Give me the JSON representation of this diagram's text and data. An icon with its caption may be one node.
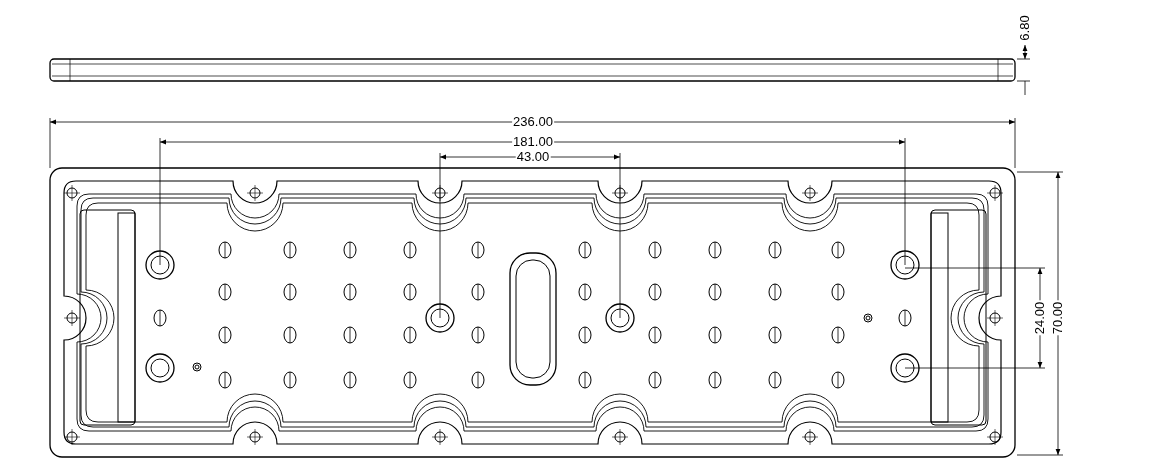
{
  "diagram": {
    "labels": [
      "6.80",
      "236.00",
      "181.00",
      "43.00",
      "24.00",
      "70.00"
    ]
  }
}
